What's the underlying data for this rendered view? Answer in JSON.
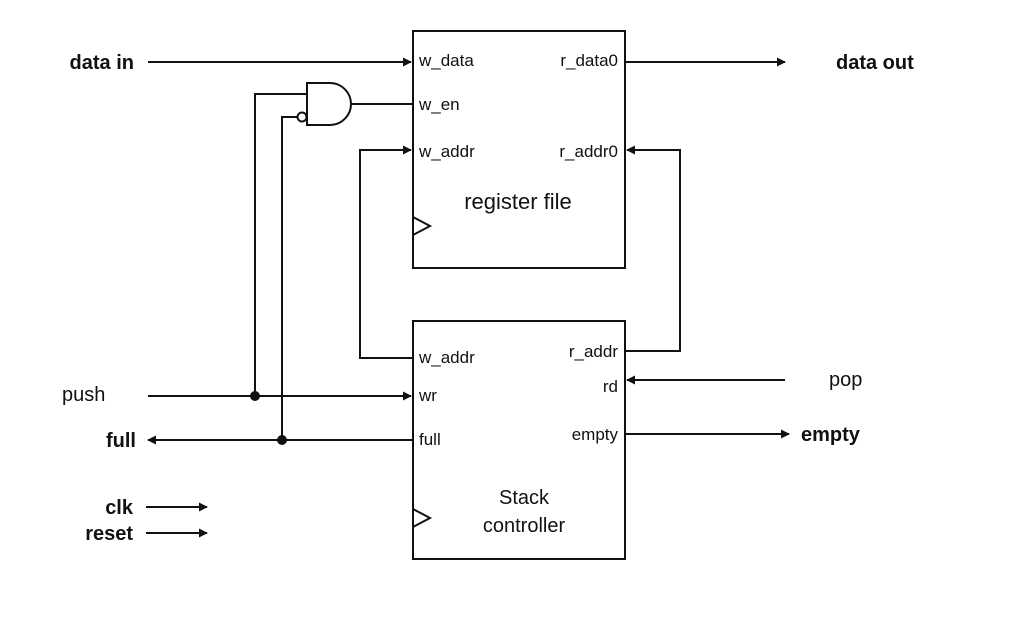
{
  "external": {
    "data_in": "data in",
    "data_out": "data out",
    "push": "push",
    "full": "full",
    "pop": "pop",
    "empty": "empty",
    "clk": "clk",
    "reset": "reset"
  },
  "register_file": {
    "title": "register file",
    "ports": {
      "w_data": "w_data",
      "w_en": "w_en",
      "w_addr": "w_addr",
      "r_data0": "r_data0",
      "r_addr0": "r_addr0"
    }
  },
  "stack_controller": {
    "title_line1": "Stack",
    "title_line2": "controller",
    "ports": {
      "w_addr": "w_addr",
      "wr": "wr",
      "full": "full",
      "r_addr": "r_addr",
      "rd": "rd",
      "empty": "empty"
    }
  }
}
